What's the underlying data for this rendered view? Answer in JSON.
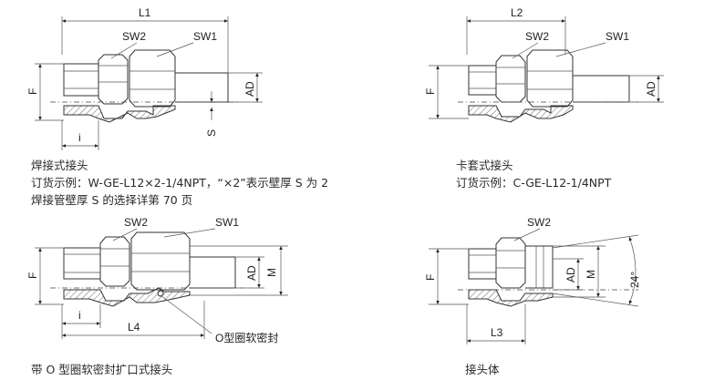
{
  "figures": [
    {
      "id": "weld",
      "dims": {
        "length": "L1",
        "sw_nut": "SW1",
        "sw_body": "SW2",
        "thread": "F",
        "bore": "AD",
        "wall": "S",
        "thread_len": "i"
      },
      "caption": [
        "焊接式接头",
        "订货示例：W-GE-L12×2-1/4NPT，“×2”表示壁厚 S 为 2",
        "焊接管壁厚 S 的选择详第 70 页"
      ]
    },
    {
      "id": "ferrule",
      "dims": {
        "length": "L2",
        "sw_nut": "SW1",
        "sw_body": "SW2",
        "thread": "F",
        "bore": "AD"
      },
      "caption": [
        "卡套式接头",
        "订货示例：C-GE-L12-1/4NPT"
      ]
    },
    {
      "id": "oring",
      "dims": {
        "length": "L4",
        "sw_nut": "SW1",
        "sw_body": "SW2",
        "thread": "F",
        "bore": "AD",
        "port": "M",
        "thread_len": "i"
      },
      "callout": "O型圈软密封",
      "caption": [
        "带 O 型圈软密封扩口式接头"
      ]
    },
    {
      "id": "body",
      "dims": {
        "length": "L3",
        "sw_body": "SW2",
        "thread": "F",
        "bore": "AD",
        "port": "M",
        "angle": "24°"
      },
      "caption": [
        "接头体"
      ]
    }
  ]
}
